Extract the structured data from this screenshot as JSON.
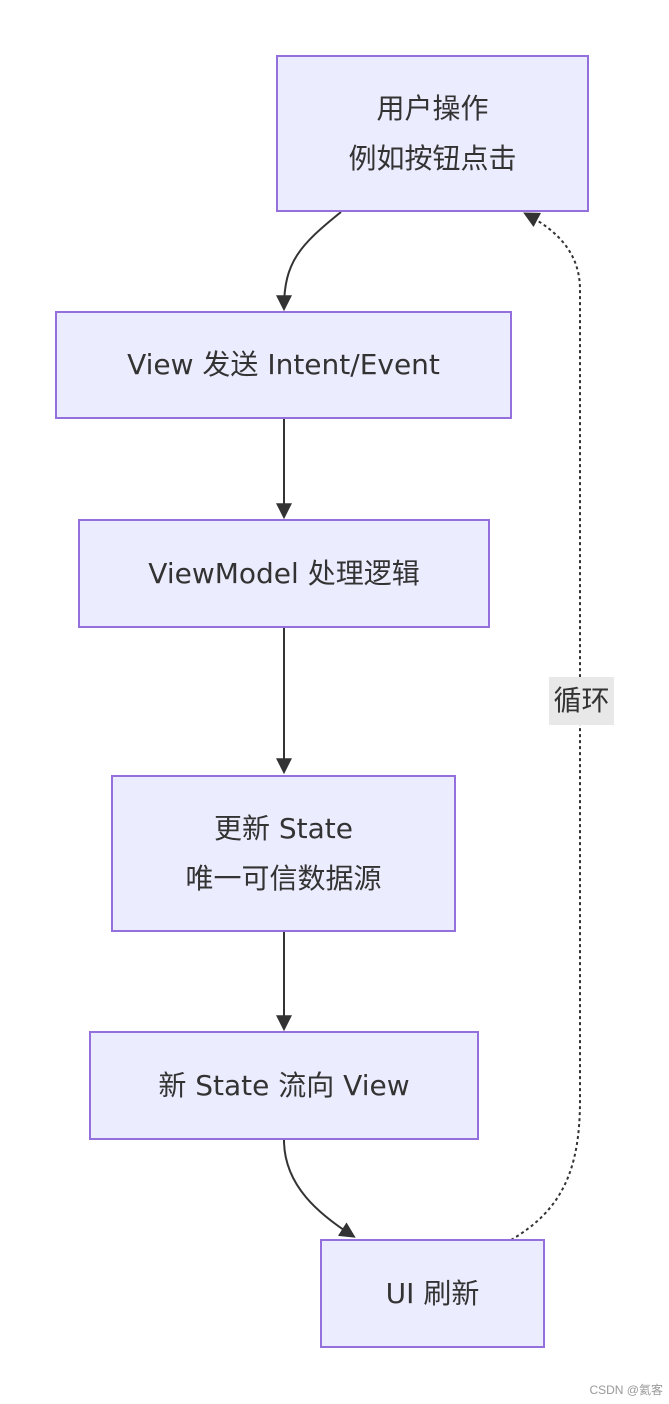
{
  "nodes": {
    "user_action": {
      "lines": [
        "用户操作",
        "例如按钮点击"
      ]
    },
    "view_send": {
      "lines": [
        "View 发送 Intent/Event"
      ]
    },
    "viewmodel": {
      "lines": [
        "ViewModel 处理逻辑"
      ]
    },
    "update_state": {
      "lines": [
        "更新 State",
        "唯一可信数据源"
      ]
    },
    "state_flow": {
      "lines": [
        "新 State 流向 View"
      ]
    },
    "ui_refresh": {
      "lines": [
        "UI 刷新"
      ]
    }
  },
  "edges": {
    "loop_label": "循环"
  },
  "watermark": "CSDN @氦客",
  "colors": {
    "node_fill": "#ececff",
    "node_stroke": "#9370db",
    "edge": "#333333",
    "label_bg": "#e8e8e8"
  }
}
